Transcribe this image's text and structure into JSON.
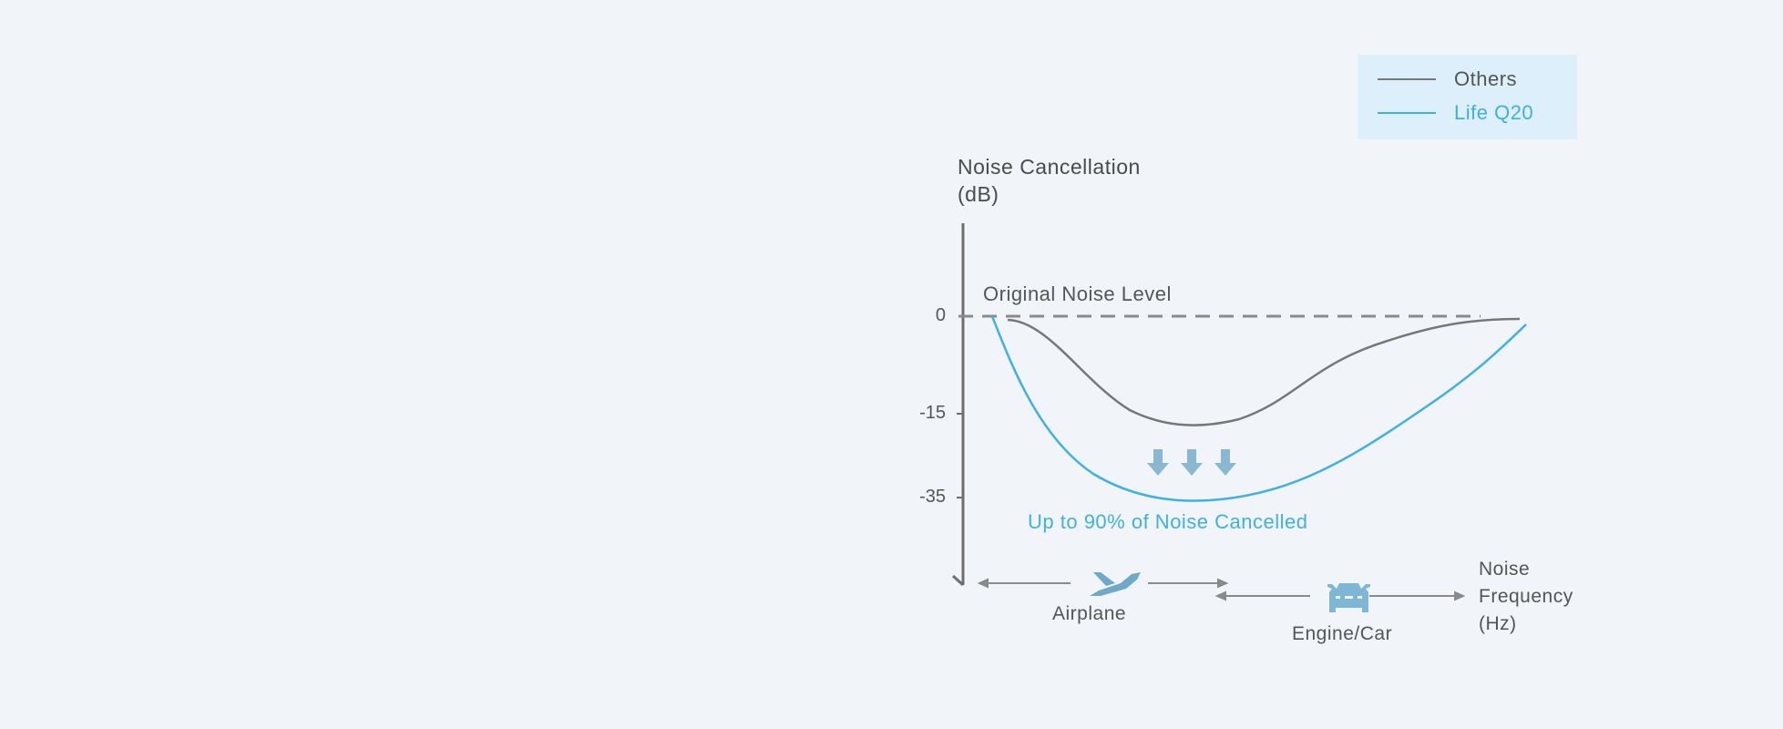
{
  "chart_data": {
    "type": "line",
    "title": "",
    "ylabel": "Noise Cancellation (dB)",
    "xlabel": "Noise Frequency (Hz)",
    "y_ticks": [
      0,
      -15,
      -35
    ],
    "ylim": [
      -40,
      0
    ],
    "x_categories": [
      "Airplane",
      "Engine/Car"
    ],
    "reference_line": {
      "label": "Original Noise Level",
      "value": 0,
      "style": "dashed"
    },
    "annotation": "Up to 90% of Noise Cancelled",
    "legend_position": "top-right",
    "grid": false,
    "x": [
      0,
      0.1,
      0.2,
      0.3,
      0.4,
      0.5,
      0.6,
      0.7,
      0.8,
      0.9,
      1.0
    ],
    "series": [
      {
        "name": "Others",
        "color": "#777777",
        "values": [
          0,
          -5,
          -12,
          -16,
          -17,
          -16,
          -13,
          -9,
          -5,
          -2,
          0
        ]
      },
      {
        "name": "Life Q20",
        "color": "#3fb0e6",
        "values": [
          0,
          -18,
          -29,
          -34,
          -35,
          -34,
          -31,
          -25,
          -18,
          -10,
          -1
        ]
      }
    ]
  },
  "legend": {
    "items": [
      {
        "label": "Others",
        "color": "#777777"
      },
      {
        "label": "Life Q20",
        "color": "#3fb0e6"
      }
    ]
  },
  "axis": {
    "y_title_line1": "Noise Cancellation",
    "y_title_line2": "(dB)",
    "tick_0": "0",
    "tick_15": "-15",
    "tick_35": "-35",
    "x_title_line1": "Noise",
    "x_title_line2": "Frequency",
    "x_title_line3": "(Hz)"
  },
  "labels": {
    "original_noise": "Original Noise Level",
    "cancelled": "Up to 90% of Noise Cancelled",
    "airplane": "Airplane",
    "engine_car": "Engine/Car"
  },
  "icons": {
    "airplane": "airplane-icon",
    "car": "car-icon",
    "down_arrows": "down-arrow-icon"
  },
  "colors": {
    "background": "#f1f5f9",
    "legend_bg": "#dceffa",
    "accent_blue": "#3fb0e6",
    "gray_line": "#777777",
    "icon_blue": "#8ab8d3"
  }
}
